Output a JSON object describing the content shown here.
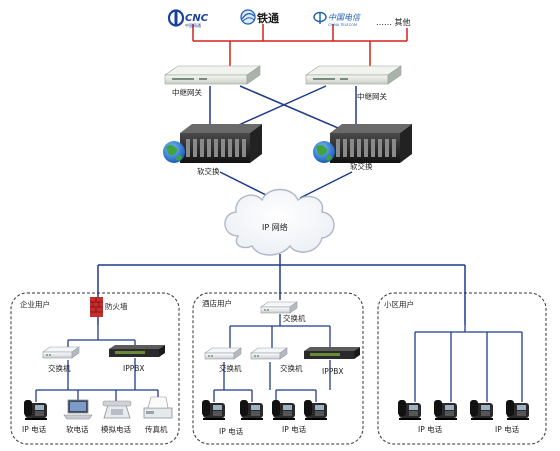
{
  "carriers": {
    "cnc": "CNC",
    "cnc_sub": "中国网通",
    "railcom": "铁通",
    "telecom": "中国电信",
    "telecom_sub": "CHINA TELECOM",
    "others": "…… 其他"
  },
  "core": {
    "gateway_left": "中继网关",
    "gateway_right": "中继网关",
    "softswitch_left": "软交换",
    "softswitch_right": "软交换",
    "ip_network": "IP 网络"
  },
  "enterprise": {
    "title": "企业用户",
    "firewall": "防火墙",
    "switch": "交换机",
    "ippbx": "IPPBX",
    "devices": [
      "IP 电话",
      "软电话",
      "模拟电话",
      "传真机"
    ]
  },
  "hotel": {
    "title": "酒店用户",
    "switch_top": "交换机",
    "switch_left": "交换机",
    "switch_mid": "交换机",
    "ippbx": "IPPBX",
    "phones_left": "IP 电话",
    "phones_right": "IP 电话"
  },
  "community": {
    "title": "小区用户",
    "phones_left": "IP 电话",
    "phones_right": "IP 电话"
  },
  "colors": {
    "carrier_bus": "#d42020",
    "backbone": "#1f3b8c",
    "cnc_blue": "#1a3f9c",
    "telecom_blue": "#1f5fb0",
    "firewall": "#c62d2d",
    "cloud_edge": "#aeb8c8",
    "zone_border": "#333333"
  }
}
